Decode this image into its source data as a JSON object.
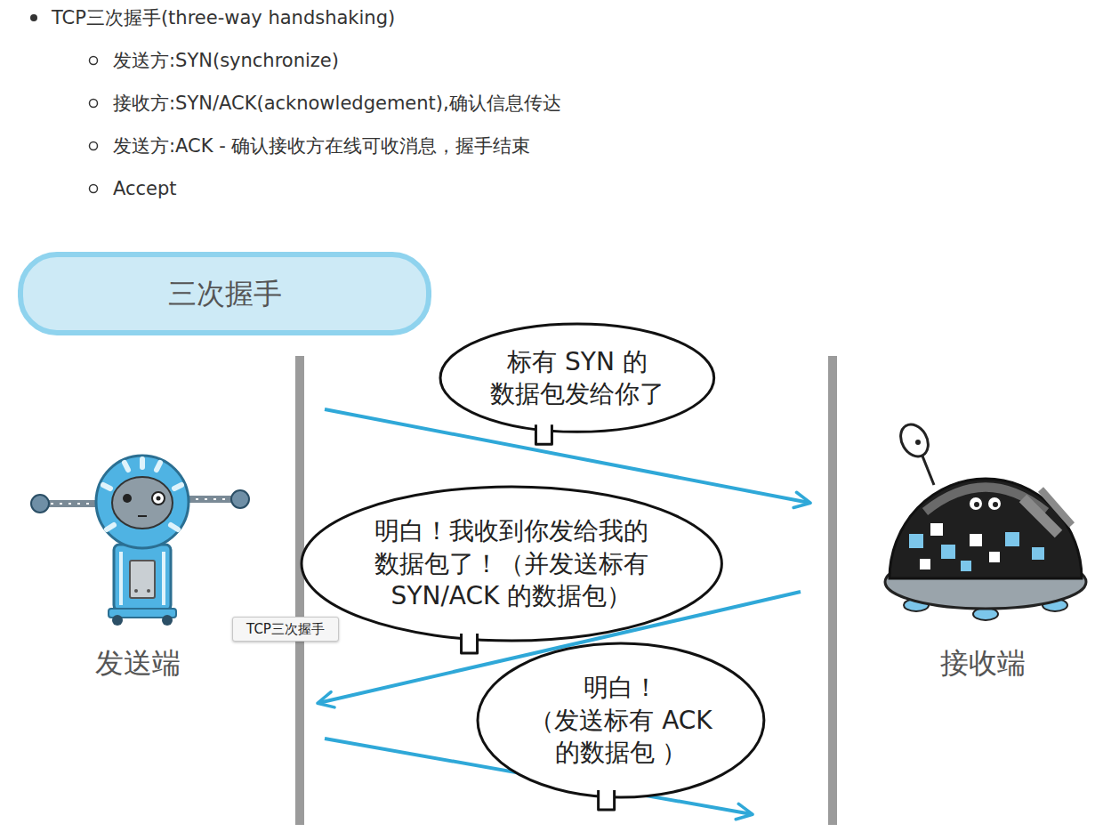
{
  "diagram": {
    "nodes": [
      {
        "text": [
          "三次握手"
        ]
      },
      {
        "text": [
          "标有 SYN 的 数据包发给你了"
        ]
      },
      {
        "text": [
          "明白！我收到你发给我的 数据包了！（并发送标有 SYN/ACK 的数据包）"
        ]
      },
      {
        "text": [
          "TCP三次握手"
        ]
      },
      {
        "text": [
          "明白！ （发送标有 ACK 的数据包 ）"
        ]
      }
    ],
    "labels": [
      "TCP三次握手(three-way handshaking)",
      "发送方:SYN(synchronize)",
      "接收方:SYN/ACK(acknowledgement),确认信息传达",
      "发送方:ACK - 确认接收方在线可收消息，握手结束",
      "Accept",
      "发送端",
      "接收端"
    ]
  }
}
